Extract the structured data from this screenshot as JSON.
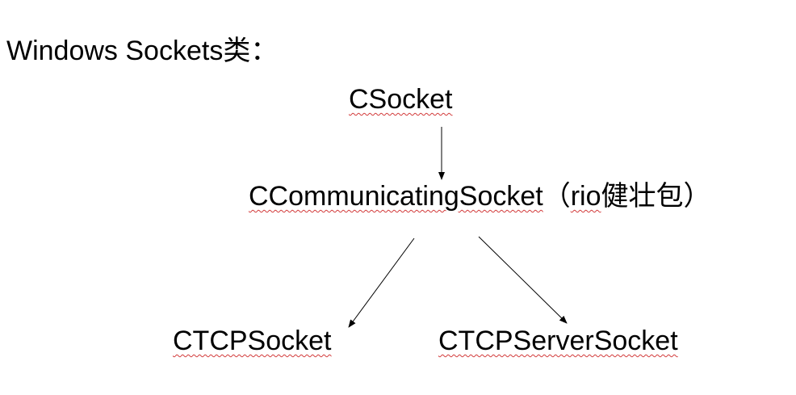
{
  "title": "Windows Sockets类：",
  "nodes": {
    "csocket": "CSocket",
    "ccommunicating_name": "CCommunicatingSocket",
    "ccommunicating_open_paren": "（",
    "ccommunicating_note": "rio",
    "ccommunicating_note_cn": "健壮包）",
    "ctcp": "CTCPSocket",
    "ctcpserver": "CTCPServerSocket"
  },
  "edges": [
    {
      "from": "CSocket",
      "to": "CCommunicatingSocket"
    },
    {
      "from": "CCommunicatingSocket",
      "to": "CTCPSocket"
    },
    {
      "from": "CCommunicatingSocket",
      "to": "CTCPServerSocket"
    }
  ]
}
